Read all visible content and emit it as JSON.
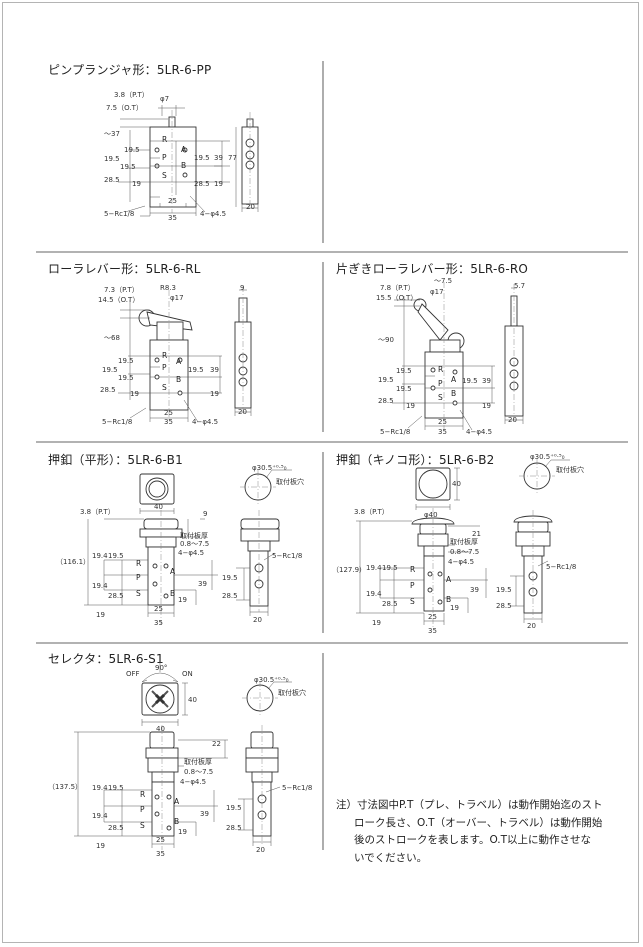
{
  "sections": {
    "pp": {
      "title": "ピンプランジャ形：5LR-6-PP"
    },
    "rl": {
      "title": "ローラレバー形：5LR-6-RL"
    },
    "ro": {
      "title": "片ぎきローラレバー形：5LR-6-RO"
    },
    "b1": {
      "title": "押釦（平形）：5LR-6-B1"
    },
    "b2": {
      "title": "押釦（キノコ形）：5LR-6-B2"
    },
    "s1": {
      "title": "セレクタ：5LR-6-S1"
    }
  },
  "dims": {
    "pp": {
      "pt": "3.8（P.T）",
      "ot": "7.5（O.T）",
      "phi7": "φ7",
      "h37": "～37",
      "a195": "19.5",
      "b195": "19.5",
      "c285": "28.5",
      "d19": "19",
      "r195": "19.5",
      "r39": "39",
      "r77": "77",
      "r285": "28.5",
      "r19": "19",
      "w25": "25",
      "w35": "35",
      "w20": "20",
      "rc": "5−Rc1/8",
      "hole": "4−φ4.5"
    },
    "rl": {
      "pt": "7.3（P.T）",
      "ot": "14.5（O.T）",
      "r83": "R8.3",
      "phi17": "φ17",
      "h68": "～68",
      "w9": "9",
      "a195": "19.5",
      "b195": "19.5",
      "c285": "28.5",
      "d19": "19",
      "e19": "19.5",
      "r195": "19.5",
      "r39": "39",
      "r19": "19",
      "w25": "25",
      "w35": "35",
      "w20": "20",
      "rc": "5−Rc1/8",
      "hole": "4−φ4.5"
    },
    "ro": {
      "pt": "7.8（P.T）",
      "ot": "15.5（O.T）",
      "a75": "～7.5",
      "phi17": "φ17",
      "h90": "～90",
      "w57": "5.7",
      "a195": "19.5",
      "b195": "19.5",
      "c285": "28.5",
      "d19": "19",
      "r195": "19.5",
      "r39": "39",
      "r19": "19",
      "w25": "25",
      "w35": "35",
      "w20": "20",
      "rc": "5−Rc1/8",
      "hole": "4−φ4.5"
    },
    "b1": {
      "w40": "40",
      "phi": "φ30.5⁺⁰·⁵₀",
      "panel": "取付板穴",
      "pt": "3.8（P.T）",
      "w9": "9",
      "h1161": "（116.1）",
      "thick": "取付板厚",
      "thickv": "0.8～7.5",
      "hole": "4−φ4.5",
      "a194": "19.4",
      "a195": "19.5",
      "b194": "19.4",
      "c285": "28.5",
      "r39": "39",
      "r19": "19",
      "d19": "19",
      "w25": "25",
      "w35": "35",
      "rc": "5−Rc1/8",
      "s195": "19.5",
      "s285": "28.5",
      "w20": "20"
    },
    "b2": {
      "phi40": "φ40",
      "w40": "40",
      "phi": "φ30.5⁺⁰·⁵₀",
      "panel": "取付板穴",
      "pt": "3.8（P.T）",
      "h21": "21",
      "h1279": "（127.9）",
      "thick": "取付板厚",
      "thickv": "0.8～7.5",
      "hole": "4−φ4.5",
      "a194": "19.4",
      "a195": "19.5",
      "b194": "19.4",
      "c285": "28.5",
      "r39": "39",
      "r19": "19",
      "d19": "19",
      "w25": "25",
      "w35": "35",
      "rc": "5−Rc1/8",
      "s195": "19.5",
      "s285": "28.5",
      "w20": "20"
    },
    "s1": {
      "off": "OFF",
      "deg": "90°",
      "on": "ON",
      "w40": "40",
      "hw40": "40",
      "phi": "φ30.5⁺⁰·⁵₀",
      "panel": "取付板穴",
      "h22": "22",
      "h1375": "（137.5）",
      "thick": "取付板厚",
      "thickv": "0.8～7.5",
      "hole": "4−φ4.5",
      "a194": "19.4",
      "a195": "19.5",
      "b194": "19.4",
      "c285": "28.5",
      "r39": "39",
      "r19": "19",
      "d19": "19",
      "w25": "25",
      "w35": "35",
      "rc": "5−Rc1/8",
      "s195": "19.5",
      "s285": "28.5",
      "w20": "20"
    }
  },
  "ports": {
    "r": "R",
    "p": "P",
    "s": "S",
    "a": "A",
    "b": "B"
  },
  "note": {
    "line1": "注）寸法図中P.T（プレ、トラベル）は動作開始迄のスト",
    "line2": "ローク長さ、O.T（オーバー、トラベル）は動作開始",
    "line3": "後のストロークを表します。O.T以上に動作させな",
    "line4": "いでください。"
  }
}
